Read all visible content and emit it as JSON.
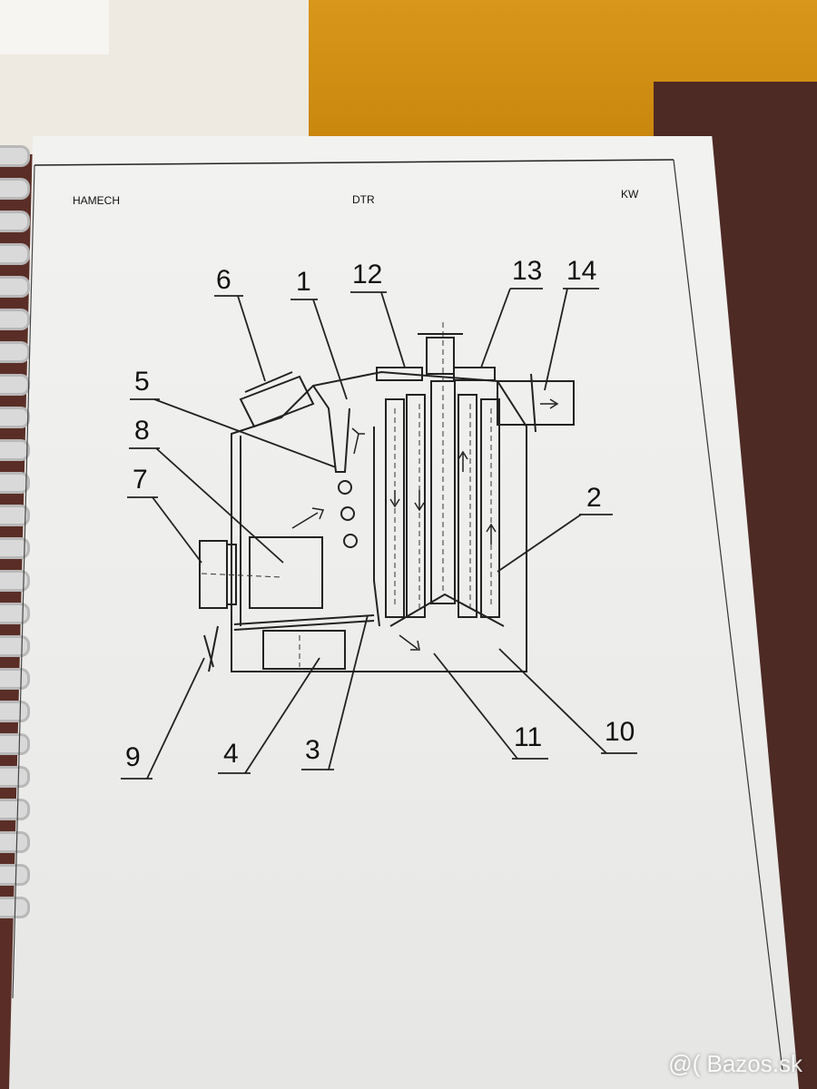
{
  "header": {
    "left": "HAMECH",
    "center": "DTR",
    "right": "KW"
  },
  "callouts": [
    "1",
    "2",
    "3",
    "4",
    "5",
    "6",
    "7",
    "8",
    "9",
    "10",
    "11",
    "12",
    "13",
    "14"
  ],
  "watermark": "@( Bazos.sk"
}
